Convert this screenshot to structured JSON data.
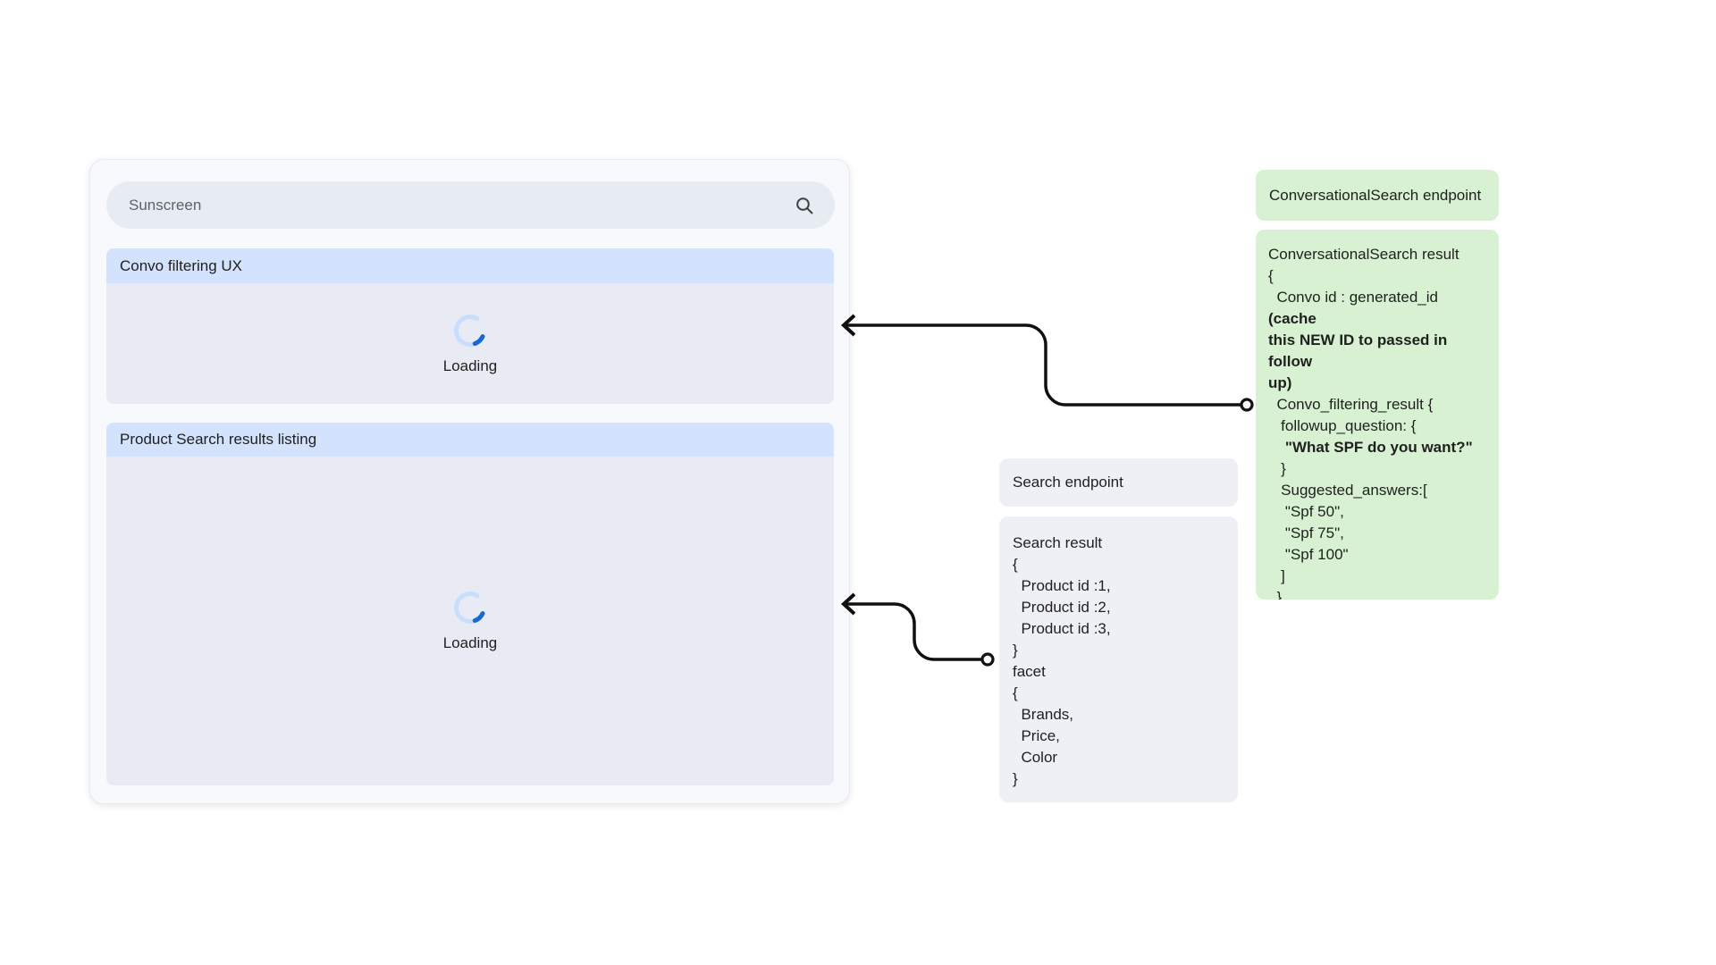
{
  "colors": {
    "card_bg": "#f8f9fc",
    "search_pill_bg": "#e7ebf2",
    "section_header_bg": "#d3e3fd",
    "section_body_bg": "#e8ebf3",
    "green_box_bg": "#d8f1d2",
    "gray_box_bg": "#eef0f5",
    "spinner_track": "#c9defc",
    "spinner_arc": "#1967d2",
    "text_primary": "#1f1f1f",
    "text_secondary": "#5f6368",
    "arrow": "#111111"
  },
  "mockup": {
    "search": {
      "value": "Sunscreen"
    },
    "sections": [
      {
        "title": "Convo filtering UX",
        "loading_label": "Loading"
      },
      {
        "title": "Product Search results listing",
        "loading_label": "Loading"
      }
    ]
  },
  "annotations": {
    "conversational": {
      "endpoint_label": "ConversationalSearch endpoint",
      "lines": [
        [
          {
            "t": "ConversationalSearch result"
          }
        ],
        [
          {
            "t": "{"
          }
        ],
        [
          {
            "t": "  Convo id : generated_id "
          },
          {
            "t": "(cache",
            "b": true
          }
        ],
        [
          {
            "t": "this NEW ID to passed in follow",
            "b": true
          }
        ],
        [
          {
            "t": "up)",
            "b": true
          }
        ],
        [
          {
            "t": "  Convo_filtering_result {"
          }
        ],
        [
          {
            "t": "   followup_question: {"
          }
        ],
        [
          {
            "t": "    "
          },
          {
            "t": "\"What SPF do you want?\"",
            "b": true
          }
        ],
        [
          {
            "t": "   }"
          }
        ],
        [
          {
            "t": "   Suggested_answers:["
          }
        ],
        [
          {
            "t": "    \"Spf 50\","
          }
        ],
        [
          {
            "t": "    \"Spf 75\","
          }
        ],
        [
          {
            "t": "    \"Spf 100\""
          }
        ],
        [
          {
            "t": "   ]"
          }
        ],
        [
          {
            "t": "  }"
          }
        ],
        [
          {
            "t": "}"
          }
        ]
      ]
    },
    "search": {
      "endpoint_label": "Search endpoint",
      "lines": [
        [
          {
            "t": "Search result"
          }
        ],
        [
          {
            "t": "{"
          }
        ],
        [
          {
            "t": "  Product id :1,"
          }
        ],
        [
          {
            "t": "  Product id :2,"
          }
        ],
        [
          {
            "t": "  Product id :3,"
          }
        ],
        [
          {
            "t": "}"
          }
        ],
        [
          {
            "t": "facet"
          }
        ],
        [
          {
            "t": "{"
          }
        ],
        [
          {
            "t": "  Brands,"
          }
        ],
        [
          {
            "t": "  Price,"
          }
        ],
        [
          {
            "t": "  Color"
          }
        ],
        [
          {
            "t": "}"
          }
        ]
      ]
    }
  }
}
